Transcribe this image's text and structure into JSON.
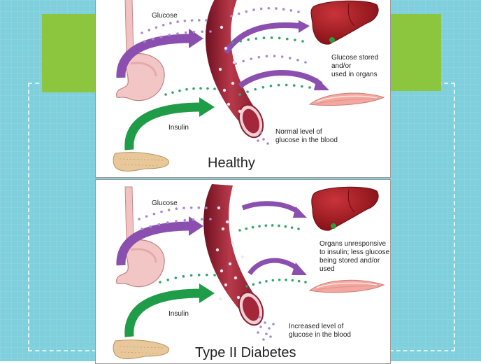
{
  "colors": {
    "background": "#7fcfdd",
    "tape": "#8cc63f",
    "vessel": "#a8283a",
    "glucose_arrow": "#8b4fb0",
    "insulin_arrow": "#1f9c48",
    "liver": "#a91e23",
    "muscle": "#f2a8a0",
    "pancreas": "#e8c89a"
  },
  "icons": [
    "stomach-icon",
    "blood-vessel-icon",
    "liver-icon",
    "muscle-icon",
    "pancreas-icon"
  ],
  "healthy": {
    "title": "Healthy",
    "glucose_label": "Glucose",
    "insulin_label": "Insulin",
    "organs_label": "Glucose stored\nand/or\nused in organs",
    "blood_label": "Normal level of\nglucose in the blood"
  },
  "diabetes": {
    "title": "Type II Diabetes",
    "glucose_label": "Glucose",
    "insulin_label": "Insulin",
    "organs_label": "Organs unresponsive\nto insulin; less glucose\nbeing stored and/or\nused",
    "blood_label": "Increased level of\nglucose in the blood"
  }
}
